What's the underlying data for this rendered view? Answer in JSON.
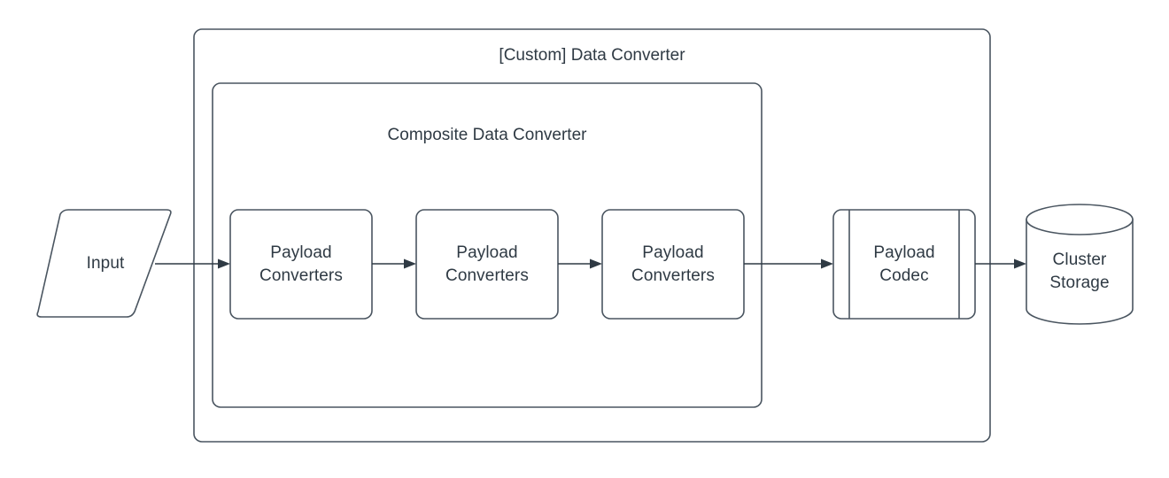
{
  "diagram": {
    "type": "flow-diagram",
    "background_color": "#ffffff",
    "stroke_color": "#4a5560",
    "text_color": "#2f3a44",
    "outer_container": {
      "title": "[Custom] Data Converter",
      "shape": "rounded-rectangle"
    },
    "inner_container": {
      "title": "Composite Data Converter",
      "shape": "rounded-rectangle"
    },
    "nodes": [
      {
        "id": "input",
        "label": "Input",
        "shape": "parallelogram"
      },
      {
        "id": "payload-converters-1",
        "label": "Payload\nConverters",
        "shape": "rounded-rectangle"
      },
      {
        "id": "payload-converters-2",
        "label": "Payload\nConverters",
        "shape": "rounded-rectangle"
      },
      {
        "id": "payload-converters-3",
        "label": "Payload\nConverters",
        "shape": "rounded-rectangle"
      },
      {
        "id": "payload-codec",
        "label": "Payload\nCodec",
        "shape": "predefined-process"
      },
      {
        "id": "cluster-storage",
        "label": "Cluster\nStorage",
        "shape": "cylinder"
      }
    ],
    "edges": [
      {
        "id": "edge-input-to-pc1",
        "from": "input",
        "to": "payload-converters-1",
        "arrow": "single"
      },
      {
        "id": "edge-pc1-to-pc2",
        "from": "payload-converters-1",
        "to": "payload-converters-2",
        "arrow": "single"
      },
      {
        "id": "edge-pc2-to-pc3",
        "from": "payload-converters-2",
        "to": "payload-converters-3",
        "arrow": "single"
      },
      {
        "id": "edge-pc3-to-codec",
        "from": "payload-converters-3",
        "to": "payload-codec",
        "arrow": "single"
      },
      {
        "id": "edge-codec-to-storage",
        "from": "payload-codec",
        "to": "cluster-storage",
        "arrow": "single"
      }
    ]
  }
}
